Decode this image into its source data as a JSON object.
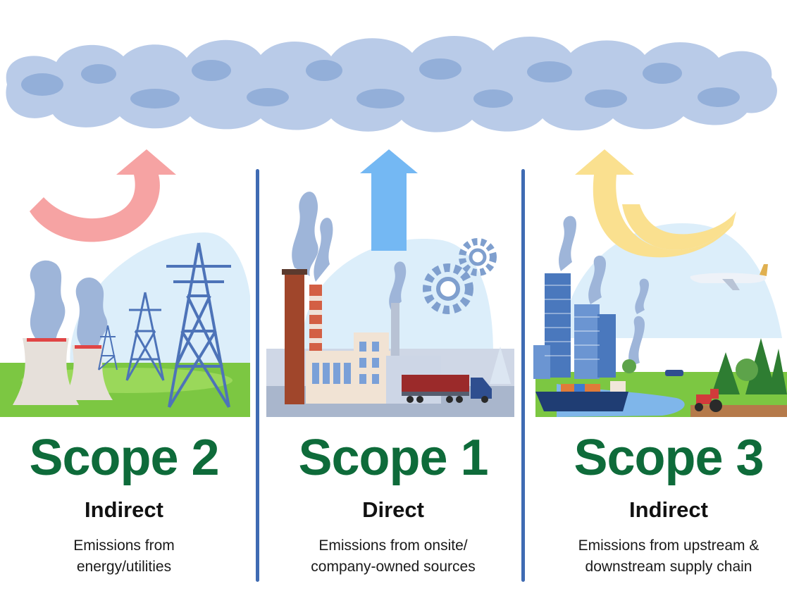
{
  "colors": {
    "scope_title": "#0e6b3a",
    "divider": "#3f6bb3",
    "cloud": "#b9cbe8",
    "cloud_dark": "#93afd9",
    "arrow_scope2": "#f6a3a3",
    "arrow_scope1": "#74b8f3",
    "arrow_scope3": "#fae08f"
  },
  "scopes": [
    {
      "title": "Scope 2",
      "type": "Indirect",
      "desc_line1": "Emissions from",
      "desc_line2": "energy/utilities"
    },
    {
      "title": "Scope 1",
      "type": "Direct",
      "desc_line1": "Emissions from onsite/",
      "desc_line2": "company-owned sources"
    },
    {
      "title": "Scope 3",
      "type": "Indirect",
      "desc_line1": "Emissions from upstream &",
      "desc_line2": "downstream supply chain"
    }
  ]
}
